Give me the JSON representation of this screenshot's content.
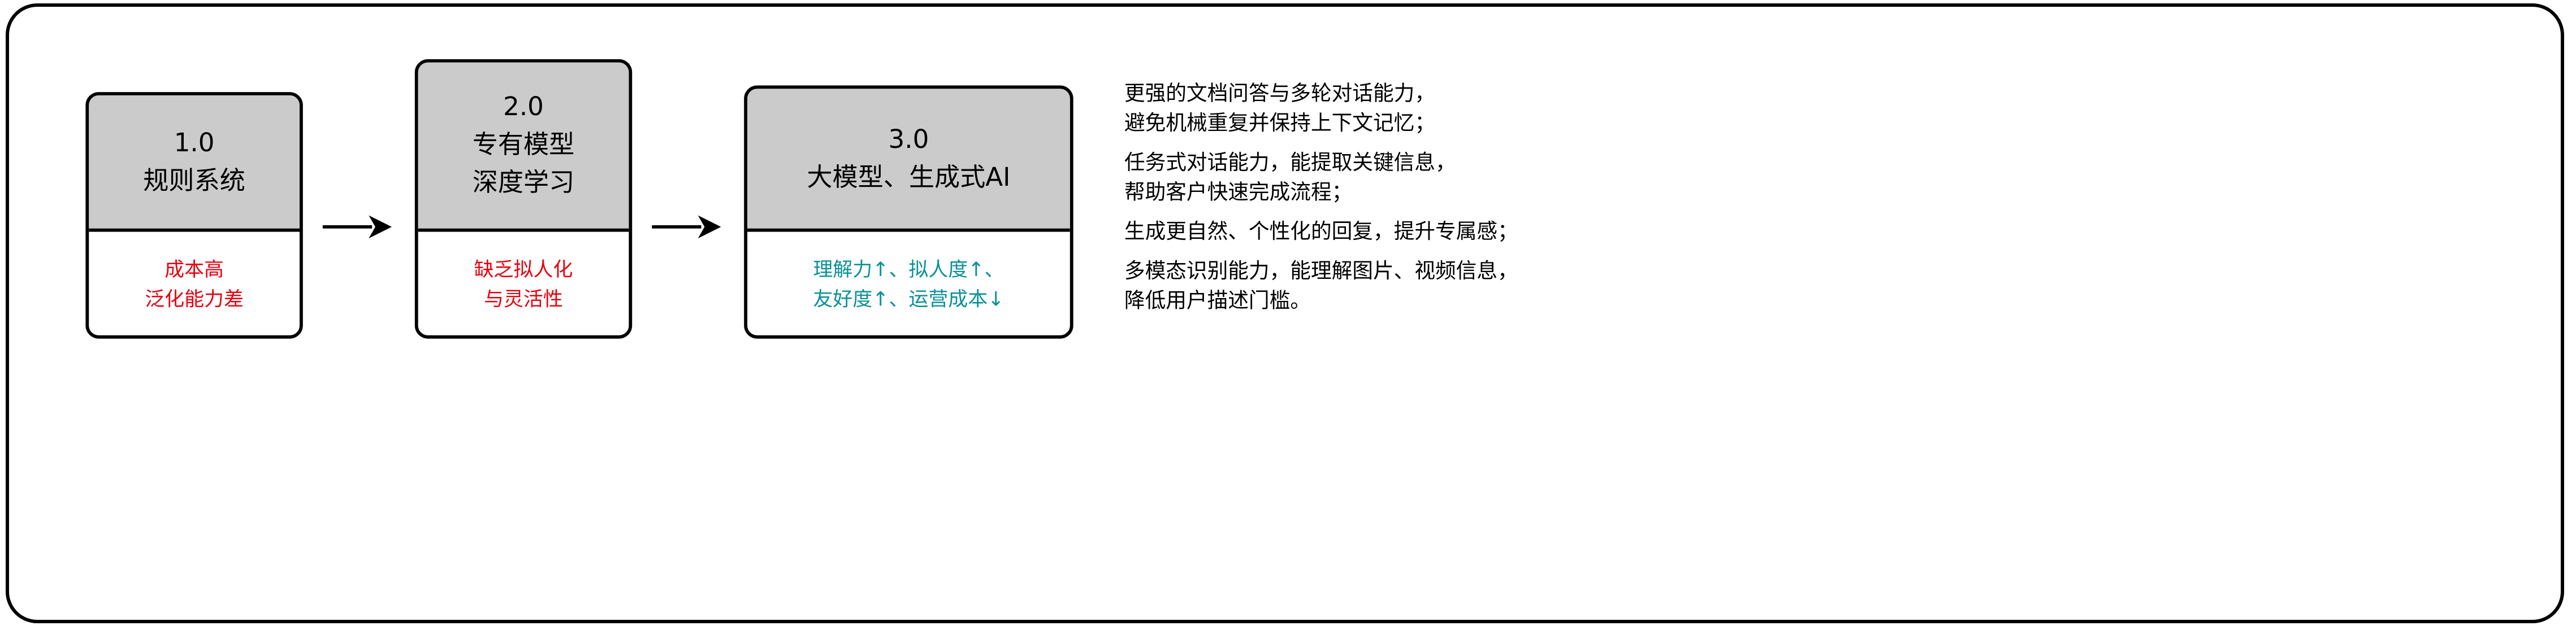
{
  "stages": [
    {
      "version": "1.0",
      "title_lines": [
        "规则系统"
      ],
      "desc_lines": [
        "成本高",
        "泛化能力差"
      ],
      "desc_color": "#e8000e"
    },
    {
      "version": "2.0",
      "title_lines": [
        "专有模型",
        "深度学习"
      ],
      "desc_lines": [
        "缺乏拟人化",
        "与灵活性"
      ],
      "desc_color": "#e8000e"
    },
    {
      "version": "3.0",
      "title_lines": [
        "大模型、生成式AI"
      ],
      "desc_lines": [
        "理解力↑、拟人度↑、",
        "友好度↑、运营成本↓"
      ],
      "desc_color": "#0a9196"
    }
  ],
  "notes": [
    {
      "lines": [
        "更强的文档问答与多轮对话能力，",
        "避免机械重复并保持上下文记忆；"
      ]
    },
    {
      "lines": [
        "任务式对话能力，能提取关键信息，",
        "帮助客户快速完成流程；"
      ]
    },
    {
      "lines": [
        "生成更自然、个性化的回复，提升专属感；"
      ]
    },
    {
      "lines": [
        "多模态识别能力，能理解图片、视频信息，",
        "降低用户描述门槛。"
      ]
    }
  ]
}
